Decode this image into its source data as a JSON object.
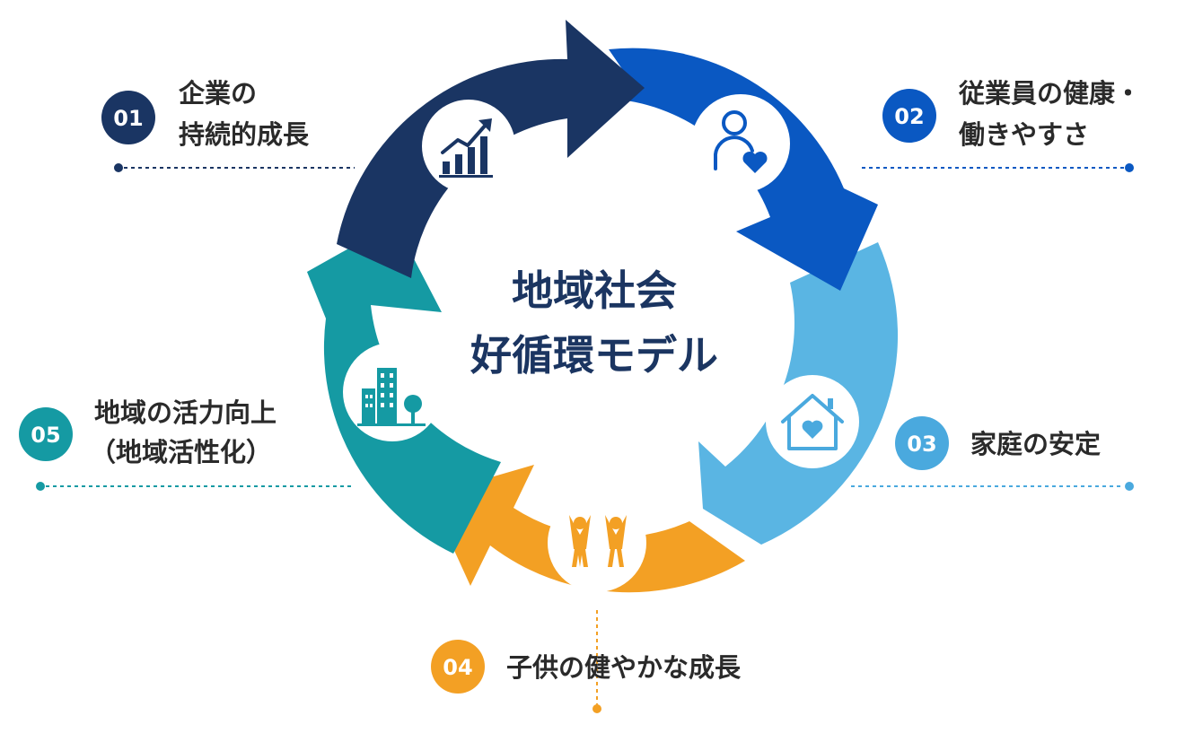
{
  "title": {
    "line1": "地域社会",
    "line2": "好循環モデル"
  },
  "steps": [
    {
      "number": "01",
      "line1": "企業の",
      "line2": "持続的成長",
      "icon": "growth-chart-icon",
      "color": "#1a3563"
    },
    {
      "number": "02",
      "line1": "従業員の健康・",
      "line2": "働きやすさ",
      "icon": "person-heart-icon",
      "color": "#0a58c2"
    },
    {
      "number": "03",
      "line1": "家庭の安定",
      "line2": "",
      "icon": "house-heart-icon",
      "color": "#4aa9de"
    },
    {
      "number": "04",
      "line1": "子供の健やかな成長",
      "line2": "",
      "icon": "children-icon",
      "color": "#f3a024"
    },
    {
      "number": "05",
      "line1": "地域の活力向上",
      "line2": "（地域活性化）",
      "icon": "city-tree-icon",
      "color": "#159aa3"
    }
  ]
}
